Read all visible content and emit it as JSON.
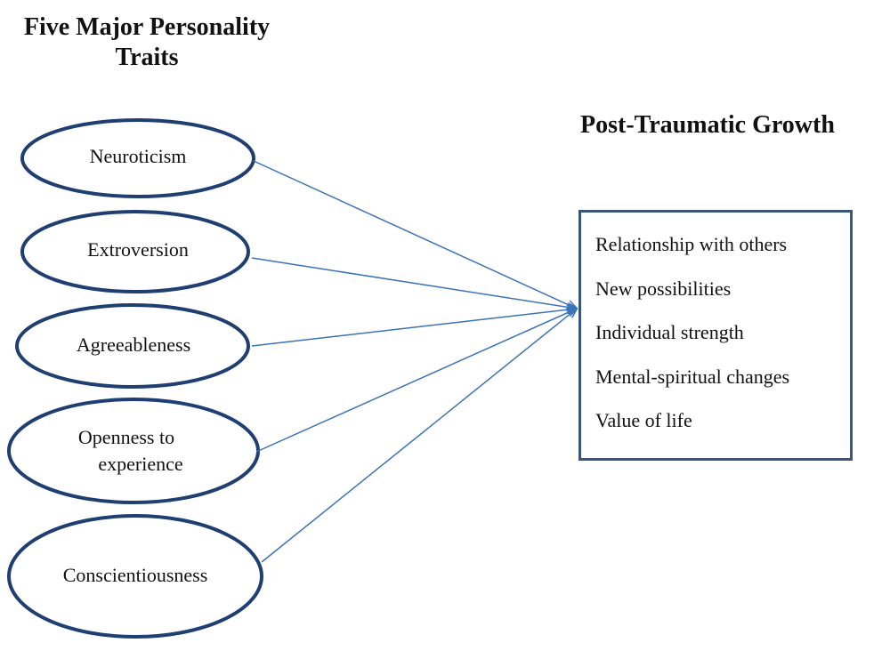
{
  "personality": {
    "title_line1": "Five Major Personality",
    "title_line2": "Traits",
    "traits": [
      {
        "line1": "Neuroticism",
        "line2": ""
      },
      {
        "line1": "Extroversion",
        "line2": ""
      },
      {
        "line1": "Agreeableness",
        "line2": ""
      },
      {
        "line1": "Openness to",
        "line2": "experience"
      },
      {
        "line1": "Conscientiousness",
        "line2": ""
      }
    ]
  },
  "growth": {
    "title": "Post-Traumatic Growth",
    "items": [
      "Relationship with others",
      "New possibilities",
      "Individual strength",
      "Mental-spiritual changes",
      "Value of life"
    ]
  },
  "colors": {
    "ellipse_stroke": "#1f3f73",
    "arrow": "#3b72b8",
    "box_border": "#36567f"
  }
}
